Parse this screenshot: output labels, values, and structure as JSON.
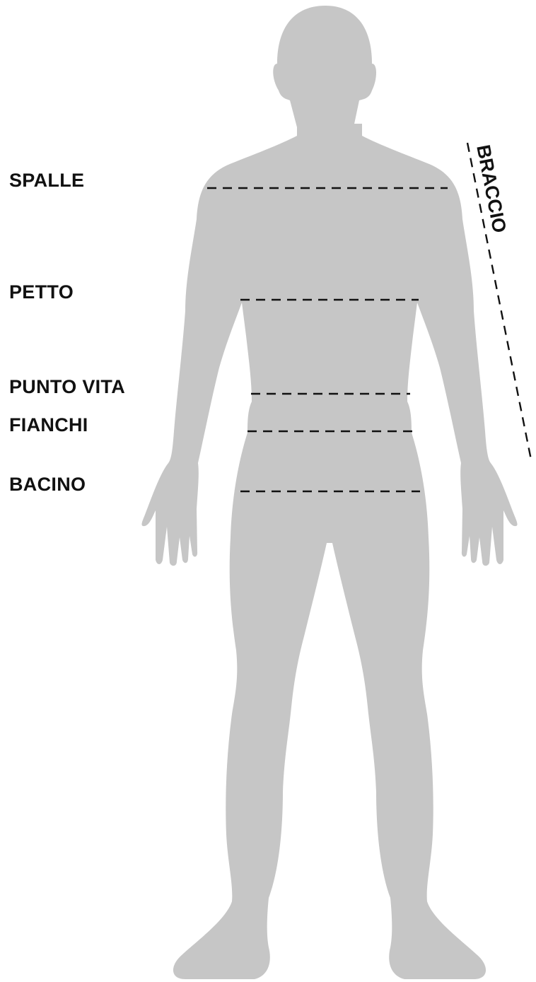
{
  "labels": {
    "spalle": "SPALLE",
    "petto": "PETTO",
    "punto_vita": "PUNTO VITA",
    "fianchi": "FIANCHI",
    "bacino": "BACINO",
    "braccio": "BRACCIO"
  },
  "colors": {
    "silhouette": "#c6c6c6",
    "text": "#111111",
    "guide_lines": "#111111",
    "background": "#ffffff"
  }
}
